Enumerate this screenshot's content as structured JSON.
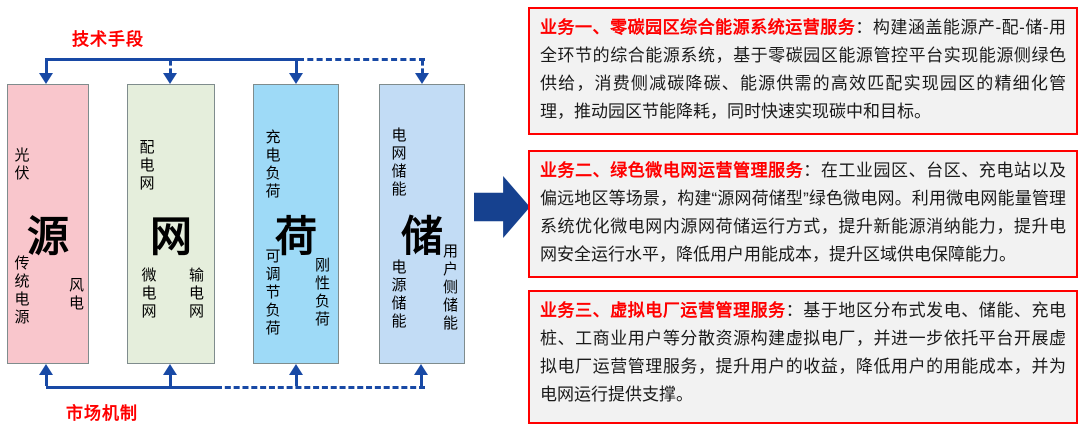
{
  "flow_labels": {
    "top": "技术手段",
    "bottom": "市场机制"
  },
  "pillars": [
    {
      "center": "源",
      "top_left": "光伏",
      "bottom_left": "传统电源",
      "bottom_right": "风电",
      "fill": "#f9c6cc"
    },
    {
      "center": "网",
      "top_left": "配电网",
      "bottom_left": "微电网",
      "bottom_right": "输电网",
      "fill": "#e5eedc"
    },
    {
      "center": "荷",
      "top_left": "充电负荷",
      "bottom_left": "可调节负荷",
      "bottom_right": "刚性负荷",
      "fill": "#9edaf7"
    },
    {
      "center": "储",
      "top_left": "电网储能",
      "bottom_left": "电源储能",
      "bottom_right": "用户侧储能",
      "fill": "#c2dcf5"
    }
  ],
  "businesses": [
    {
      "title": "业务一、零碳园区综合能源系统运营服务",
      "body": "：构建涵盖能源产-配-储-用全环节的综合能源系统，基于零碳园区能源管控平台实现能源侧绿色供给，消费侧减碳降碳、能源供需的高效匹配实现园区的精细化管理，推动园区节能降耗，同时快速实现碳中和目标。"
    },
    {
      "title": "业务二、绿色微电网运营管理服务",
      "body": "：在工业园区、台区、充电站以及偏远地区等场景，构建“源网荷储型”绿色微电网。利用微电网能量管理系统优化微电网内源网荷储运行方式，提升新能源消纳能力，提升电网安全运行水平，降低用户用能成本，提升区域供电保障能力。"
    },
    {
      "title": "业务三、虚拟电厂运营管理服务",
      "body": "：基于地区分布式发电、储能、充电桩、工商业用户等分散资源构建虚拟电厂，并进一步依托平台开展虚拟电厂运营管理服务，提升用户的收益，降低用户的用能成本，并为电网运行提供支撑。"
    }
  ],
  "colors": {
    "connector_blue": "#1849a5",
    "big_arrow_blue": "#16418f",
    "label_red": "#ff0000",
    "panel_border": "#ff0000",
    "panel_bg": "#f2f2f2",
    "pillar_source_fill": "#f9c6cc",
    "pillar_grid_fill": "#e5eedc",
    "pillar_load_fill": "#9edaf7",
    "pillar_storage_fill": "#c2dcf5"
  }
}
